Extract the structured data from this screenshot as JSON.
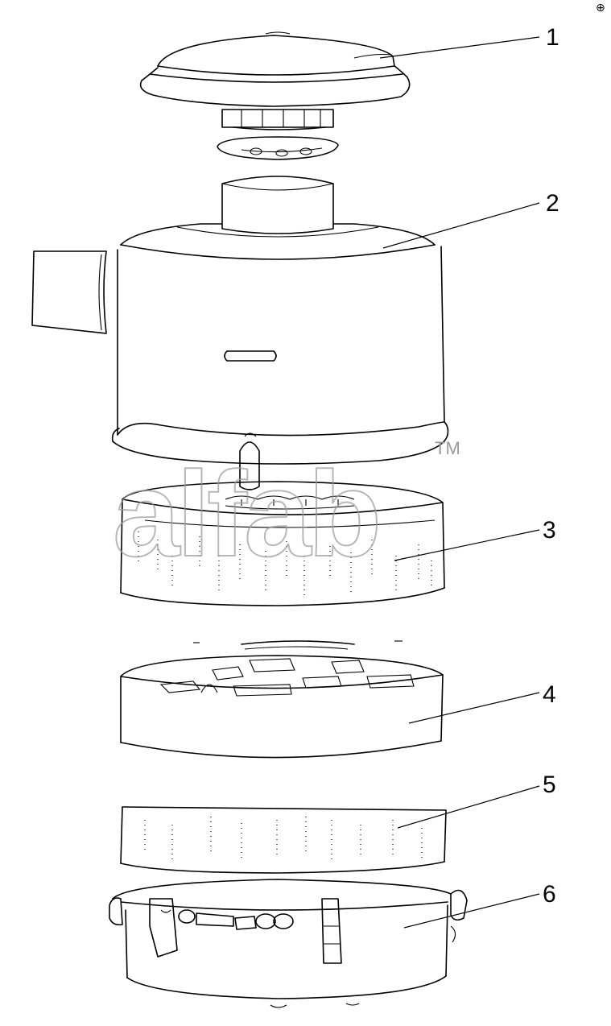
{
  "callouts": [
    "1",
    "2",
    "3",
    "4",
    "5",
    "6"
  ],
  "watermark": {
    "text": "alfab",
    "mark": "TM"
  },
  "corner_mark": "⊕"
}
